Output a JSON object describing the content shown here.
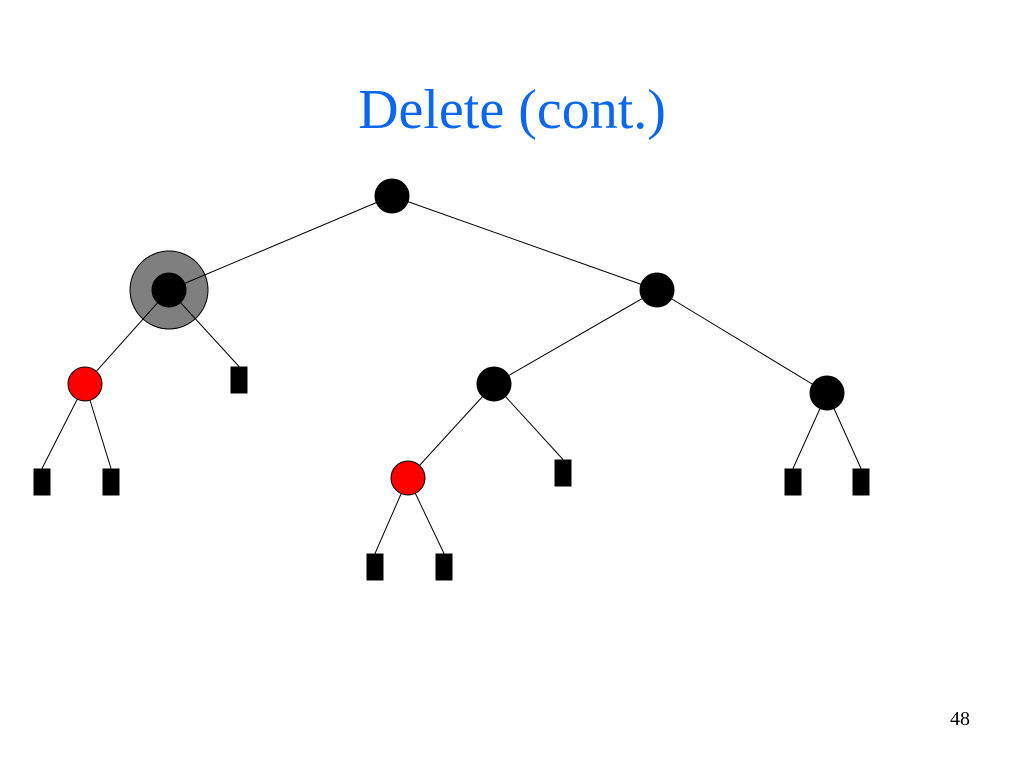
{
  "slide": {
    "title": "Delete (cont.)",
    "page_number": "48"
  },
  "colors": {
    "title": "#0b66f0",
    "black_node": "#000000",
    "red_node": "#ff0000",
    "highlight": "#7f7f7f",
    "edge": "#000000",
    "background": "#ffffff"
  },
  "tree": {
    "nodes": [
      {
        "id": "root",
        "kind": "black",
        "highlight": false
      },
      {
        "id": "L",
        "kind": "black",
        "highlight": true
      },
      {
        "id": "R",
        "kind": "black",
        "highlight": false
      },
      {
        "id": "LL",
        "kind": "red",
        "highlight": false
      },
      {
        "id": "LR_leaf",
        "kind": "leaf",
        "highlight": false
      },
      {
        "id": "RL",
        "kind": "black",
        "highlight": false
      },
      {
        "id": "RR",
        "kind": "black",
        "highlight": false
      },
      {
        "id": "LLL_leaf",
        "kind": "leaf",
        "highlight": false
      },
      {
        "id": "LLR_leaf",
        "kind": "leaf",
        "highlight": false
      },
      {
        "id": "RLL",
        "kind": "red",
        "highlight": false
      },
      {
        "id": "RLR_leaf",
        "kind": "leaf",
        "highlight": false
      },
      {
        "id": "RRL_leaf",
        "kind": "leaf",
        "highlight": false
      },
      {
        "id": "RRR_leaf",
        "kind": "leaf",
        "highlight": false
      },
      {
        "id": "RLLL_leaf",
        "kind": "leaf",
        "highlight": false
      },
      {
        "id": "RLLR_leaf",
        "kind": "leaf",
        "highlight": false
      }
    ],
    "edges": [
      [
        "root",
        "L"
      ],
      [
        "root",
        "R"
      ],
      [
        "L",
        "LL"
      ],
      [
        "L",
        "LR_leaf"
      ],
      [
        "R",
        "RL"
      ],
      [
        "R",
        "RR"
      ],
      [
        "LL",
        "LLL_leaf"
      ],
      [
        "LL",
        "LLR_leaf"
      ],
      [
        "RL",
        "RLL"
      ],
      [
        "RL",
        "RLR_leaf"
      ],
      [
        "RR",
        "RRL_leaf"
      ],
      [
        "RR",
        "RRR_leaf"
      ],
      [
        "RLL",
        "RLLL_leaf"
      ],
      [
        "RLL",
        "RLLR_leaf"
      ]
    ]
  }
}
